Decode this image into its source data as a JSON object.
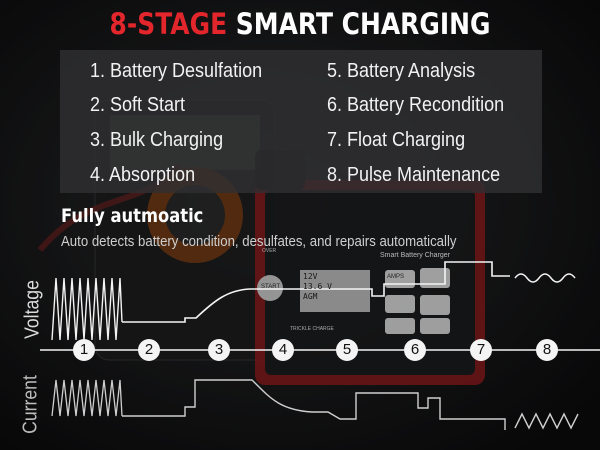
{
  "header": {
    "title_accent": "8-STAGE",
    "title_rest": "SMART CHARGING"
  },
  "stages": [
    "1. Battery Desulfation",
    "2. Soft Start",
    "3. Bulk Charging",
    "4. Absorption",
    "5. Battery Analysis",
    "6. Battery Recondition",
    "7. Float Charging",
    "8. Pulse Maintenance"
  ],
  "feature": {
    "title": "Fully autmoatic",
    "description": "Auto detects battery condition, desulfates, and repairs automatically"
  },
  "graph": {
    "voltage_label": "Voltage",
    "current_label": "Current",
    "markers": [
      "1",
      "2",
      "3",
      "4",
      "5",
      "6",
      "7",
      "8"
    ]
  },
  "photo_text": {
    "lcd_line1": "12V",
    "lcd_line2": "13.6 V",
    "lcd_line3": "AGM",
    "device_title": "Smart Battery Charger",
    "start_button": "START",
    "trickle": "TRICKLE CHARGE",
    "amps": "AMPS",
    "overview": "OVER"
  },
  "colors": {
    "accent": "#e3262b",
    "panel": "#303032",
    "line": "#f4f4f4"
  }
}
